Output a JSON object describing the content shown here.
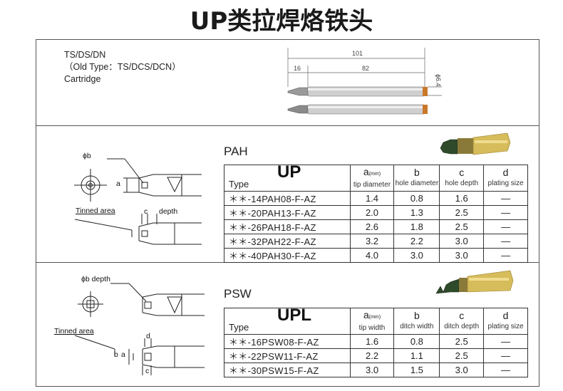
{
  "page": {
    "title": "UP类拉焊烙铁头"
  },
  "cartridge": {
    "lines": [
      "TS/DS/DN",
      "（Old Type：TS/DCS/DCN）",
      "Cartridge"
    ],
    "dims": {
      "total": "101",
      "tip": "16",
      "body": "82",
      "dia": "ϕ6.4"
    }
  },
  "pah": {
    "title": "PAH",
    "type_label": "Type",
    "model": "UP",
    "headers": [
      {
        "main": "a",
        "unit": "(mm)",
        "sub": "tip diameter"
      },
      {
        "main": "b",
        "unit": "",
        "sub": "hole diameter"
      },
      {
        "main": "c",
        "unit": "",
        "sub": "hole depth"
      },
      {
        "main": "d",
        "unit": "",
        "sub": "plating size"
      }
    ],
    "rows": [
      {
        "code": "＊＊-14PAH08-F-AZ",
        "a": "1.4",
        "b": "0.8",
        "c": "1.6",
        "d": "—"
      },
      {
        "code": "＊＊-20PAH13-F-AZ",
        "a": "2.0",
        "b": "1.3",
        "c": "2.5",
        "d": "—"
      },
      {
        "code": "＊＊-26PAH18-F-AZ",
        "a": "2.6",
        "b": "1.8",
        "c": "2.5",
        "d": "—"
      },
      {
        "code": "＊＊-32PAH22-F-AZ",
        "a": "3.2",
        "b": "2.2",
        "c": "3.0",
        "d": "—"
      },
      {
        "code": "＊＊-40PAH30-F-AZ",
        "a": "4.0",
        "b": "3.0",
        "c": "3.0",
        "d": "—"
      }
    ],
    "drawing": {
      "phi_b": "ϕb",
      "a": "a",
      "c": "c",
      "depth": "depth",
      "tinned": "Tinned area"
    }
  },
  "psw": {
    "title": "PSW",
    "type_label": "Type",
    "model": "UPL",
    "headers": [
      {
        "main": "a",
        "unit": "(mm)",
        "sub": "tip width"
      },
      {
        "main": "b",
        "unit": "",
        "sub": "ditch width"
      },
      {
        "main": "c",
        "unit": "",
        "sub": "ditch depth"
      },
      {
        "main": "d",
        "unit": "",
        "sub": "plating size"
      }
    ],
    "rows": [
      {
        "code": "＊＊-16PSW08-F-AZ",
        "a": "1.6",
        "b": "0.8",
        "c": "2.5",
        "d": "—"
      },
      {
        "code": "＊＊-22PSW11-F-AZ",
        "a": "2.2",
        "b": "1.1",
        "c": "2.5",
        "d": "—"
      },
      {
        "code": "＊＊-30PSW15-F-AZ",
        "a": "3.0",
        "b": "1.5",
        "c": "3.0",
        "d": "—"
      }
    ],
    "drawing": {
      "phi_b_depth": "ϕb depth",
      "a": "a",
      "b": "b",
      "c": "c",
      "d": "d",
      "tinned": "Tinned area"
    }
  },
  "colors": {
    "line": "#333333",
    "tip_gold": "#c9a23a",
    "tip_green": "#2e4a2a",
    "steel": "#b9b9b9"
  }
}
